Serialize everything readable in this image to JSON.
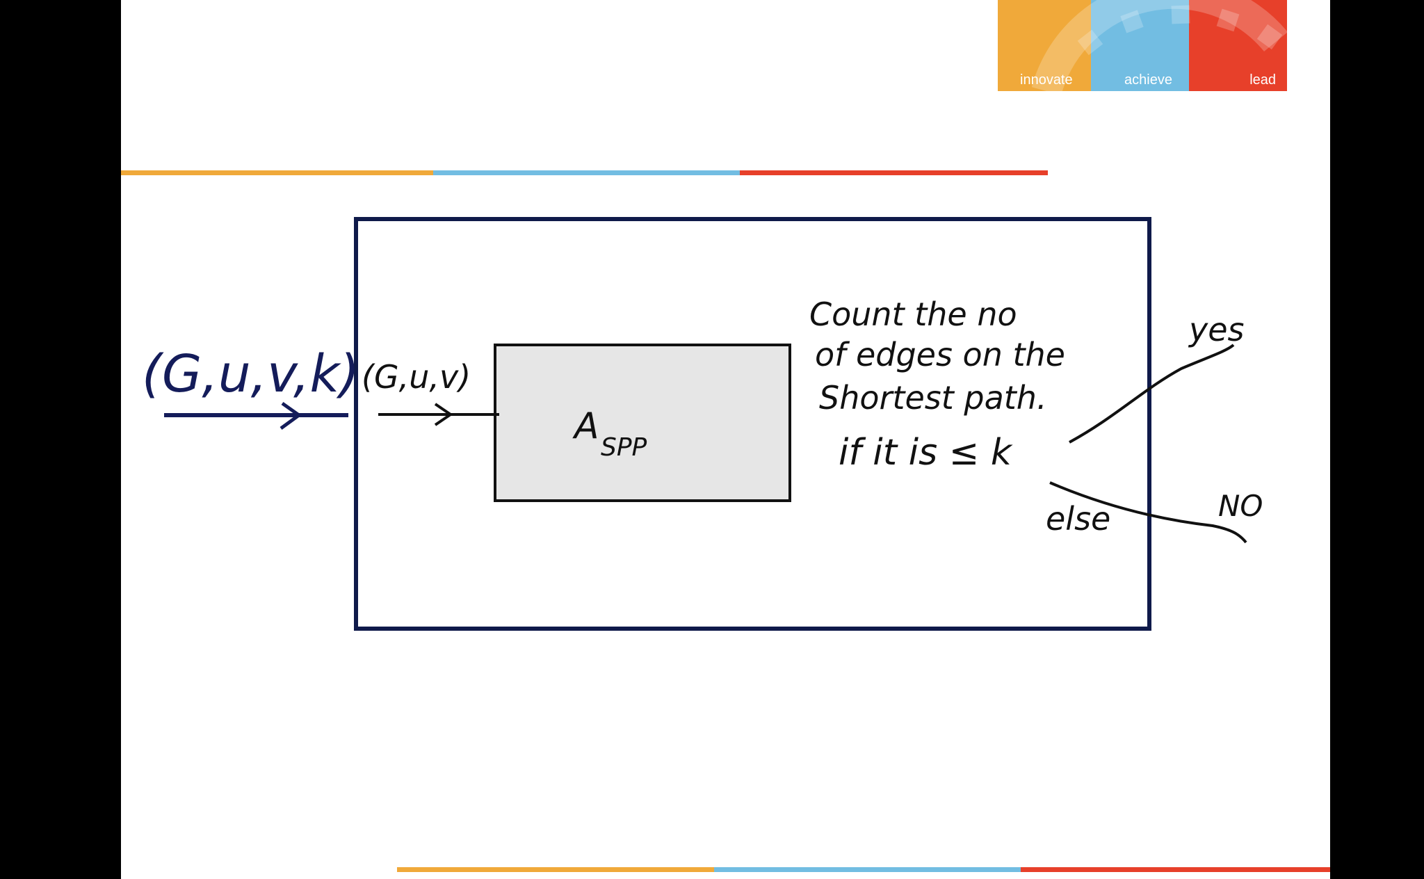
{
  "logo": {
    "segments": [
      {
        "label": "innovate",
        "color": "#f0a93a"
      },
      {
        "label": "achieve",
        "color": "#72bde2"
      },
      {
        "label": "lead",
        "color": "#e7402a"
      }
    ]
  },
  "rule_colors": [
    "#f0a93a",
    "#72bde2",
    "#e7402a"
  ],
  "diagram": {
    "outer_input": "(G,u,v,k)",
    "inner_input": "(G,u,v)",
    "black_box_label": "A",
    "black_box_subscript": "SPP",
    "note_lines": [
      "Count the no",
      "of edges on the",
      "Shortest path."
    ],
    "condition": "if it is ≤ k",
    "yes_label": "yes",
    "else_label": "else",
    "no_label": "NO"
  }
}
